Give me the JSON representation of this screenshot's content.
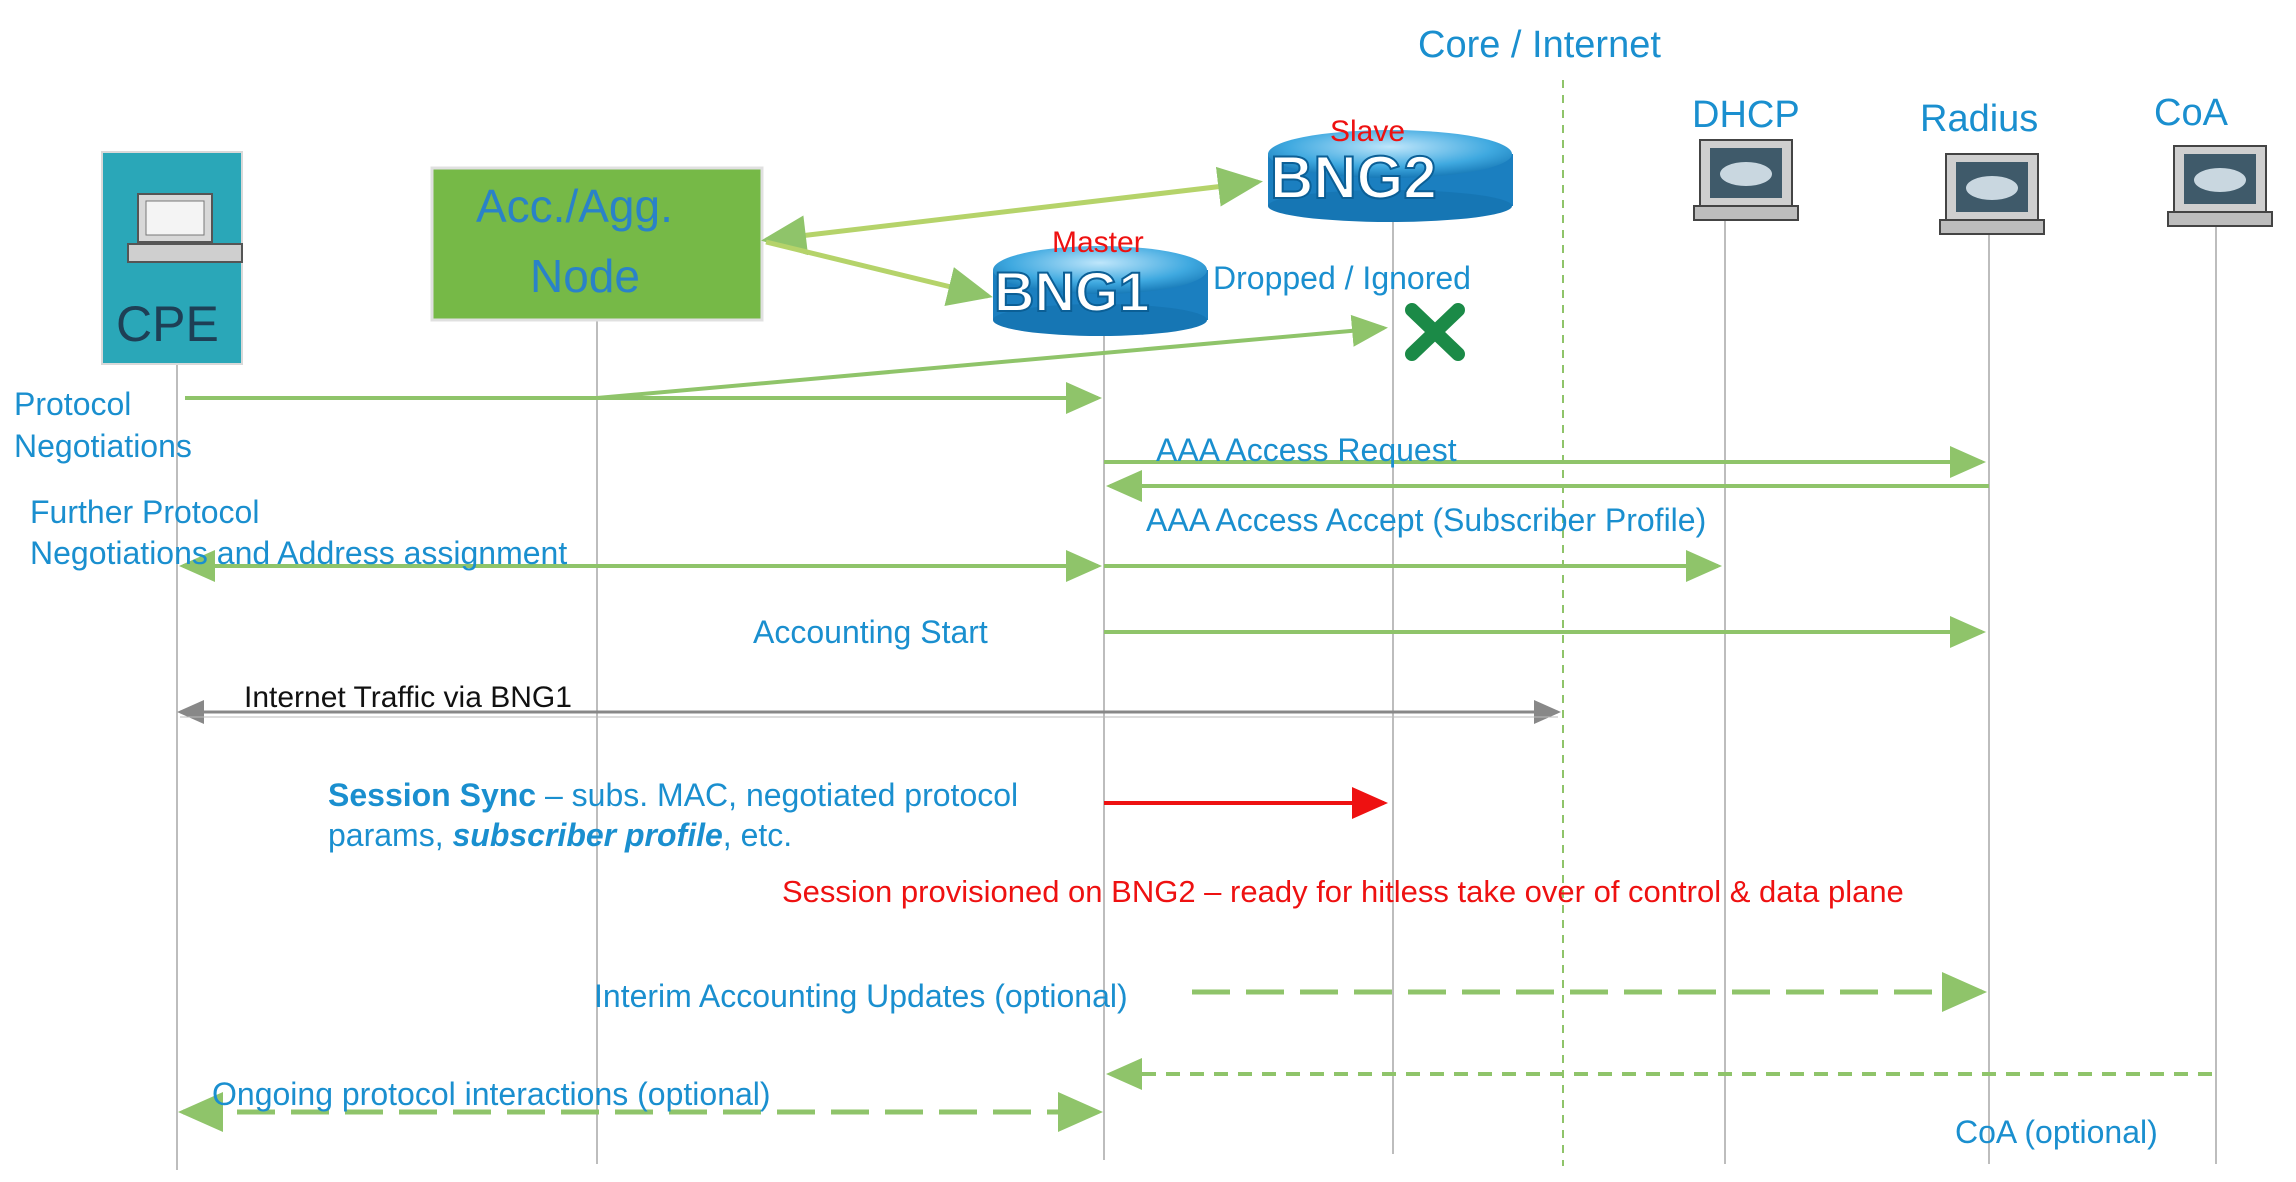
{
  "header": {
    "core_label": "Core / Internet"
  },
  "nodes": {
    "cpe": "CPE",
    "access_node_line1": "Acc./Agg.",
    "access_node_line2": "Node",
    "bng1": "BNG1",
    "bng1_role": "Master",
    "bng2": "BNG2",
    "bng2_role": "Slave",
    "dhcp": "DHCP",
    "radius": "Radius",
    "coa": "CoA"
  },
  "messages": {
    "dropped": "Dropped / Ignored",
    "protocol_neg_line1": "Protocol",
    "protocol_neg_line2": "Negotiations",
    "aaa_request": "AAA Access Request",
    "aaa_accept": "AAA Access Accept (Subscriber Profile)",
    "further_line1": "Further Protocol",
    "further_line2": "Negotiations and Address assignment",
    "accounting_start": "Accounting Start",
    "internet_traffic": "Internet Traffic via BNG1",
    "session_sync_bold": "Session Sync",
    "session_sync_rest": " – subs. MAC, negotiated protocol",
    "session_sync_line2_a": "params, ",
    "session_sync_line2_b": "subscriber profile",
    "session_sync_line2_c": ", etc.",
    "session_provisioned": "Session provisioned on BNG2 – ready for hitless take over of control & data plane",
    "interim": "Interim Accounting Updates (optional)",
    "ongoing": "Ongoing protocol interactions (optional)",
    "coa_optional": "CoA (optional)"
  },
  "colors": {
    "label_blue": "#1a8fcf",
    "arrow_green": "#8fc46a",
    "alert_red": "#ee1111",
    "node_green": "#76b947",
    "cpe_teal": "#2aa7b8",
    "drop_green": "#1b8a47"
  }
}
